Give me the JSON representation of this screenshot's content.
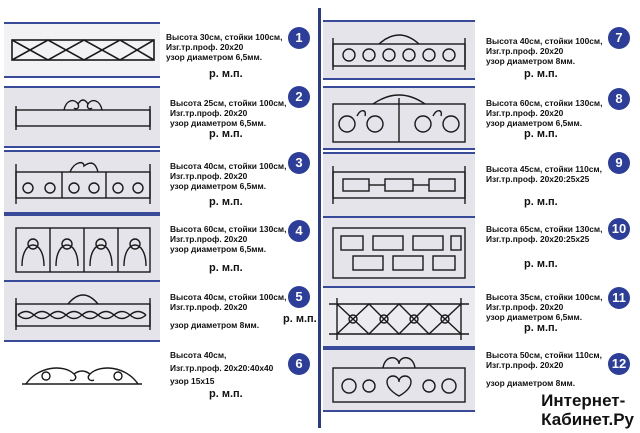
{
  "catalog": {
    "items": [
      {
        "number": "1",
        "desc": [
          "Высота 30см, стойки 100см,",
          "Изг.тр.проф. 20х20",
          "узор диаметром 6,5мм."
        ],
        "price": "р. м.п."
      },
      {
        "number": "2",
        "desc": [
          "Высота 25см, стойки 100см,",
          "Изг.тр.проф. 20х20",
          "узор диаметром 6,5мм."
        ],
        "price": "р. м.п."
      },
      {
        "number": "3",
        "desc": [
          "Высота 40см, стойки 100см,",
          "Изг.тр.проф. 20х20",
          "узор диаметром 6,5мм."
        ],
        "price": "р. м.п."
      },
      {
        "number": "4",
        "desc": [
          "Высота 60см, стойки 130см,",
          "Изг.тр.проф. 20х20",
          "узор диаметром 6,5мм."
        ],
        "price": "р. м.п."
      },
      {
        "number": "5",
        "desc": [
          "Высота 40см, стойки 100см,",
          "Изг.тр.проф. 20х20",
          "узор диаметром 8мм."
        ],
        "price": "р. м.п."
      },
      {
        "number": "6",
        "desc": [
          "Высота 40см,",
          "Изг.тр.проф. 20х20:40х40",
          "узор 15х15"
        ],
        "price": "р. м.п."
      },
      {
        "number": "7",
        "desc": [
          "Высота 40см, стойки 100см,",
          "Изг.тр.проф. 20х20",
          "узор диаметром 8мм."
        ],
        "price": "р. м.п."
      },
      {
        "number": "8",
        "desc": [
          "Высота 60см, стойки 130см,",
          "Изг.тр.проф. 20х20",
          "узор диаметром 6,5мм."
        ],
        "price": "р. м.п."
      },
      {
        "number": "9",
        "desc": [
          "Высота 45см, стойки 110см,",
          "Изг.тр.проф. 20х20:25х25"
        ],
        "price": "р. м.п."
      },
      {
        "number": "10",
        "desc": [
          "Высота 65см, стойки 130см,",
          "Изг.тр.проф. 20х20:25х25"
        ],
        "price": "р. м.п."
      },
      {
        "number": "11",
        "desc": [
          "Высота 35см, стойки 100см,",
          "Изг.тр.проф. 20х20",
          "узор диаметром 6,5мм."
        ],
        "price": "р. м.п."
      },
      {
        "number": "12",
        "desc": [
          "Высота 50см, стойки 110см,",
          "Изг.тр.проф. 20х20",
          "узор диаметром 8мм."
        ],
        "price": "р. м.п."
      }
    ]
  },
  "watermark": {
    "line1": "Интернет-",
    "line2": "Кабинет.Ру"
  },
  "colors": {
    "badge": "#2c3e9a",
    "divider": "#2a3a8c",
    "panel": "#e4e4ea",
    "metal": "#1a1a1a"
  }
}
